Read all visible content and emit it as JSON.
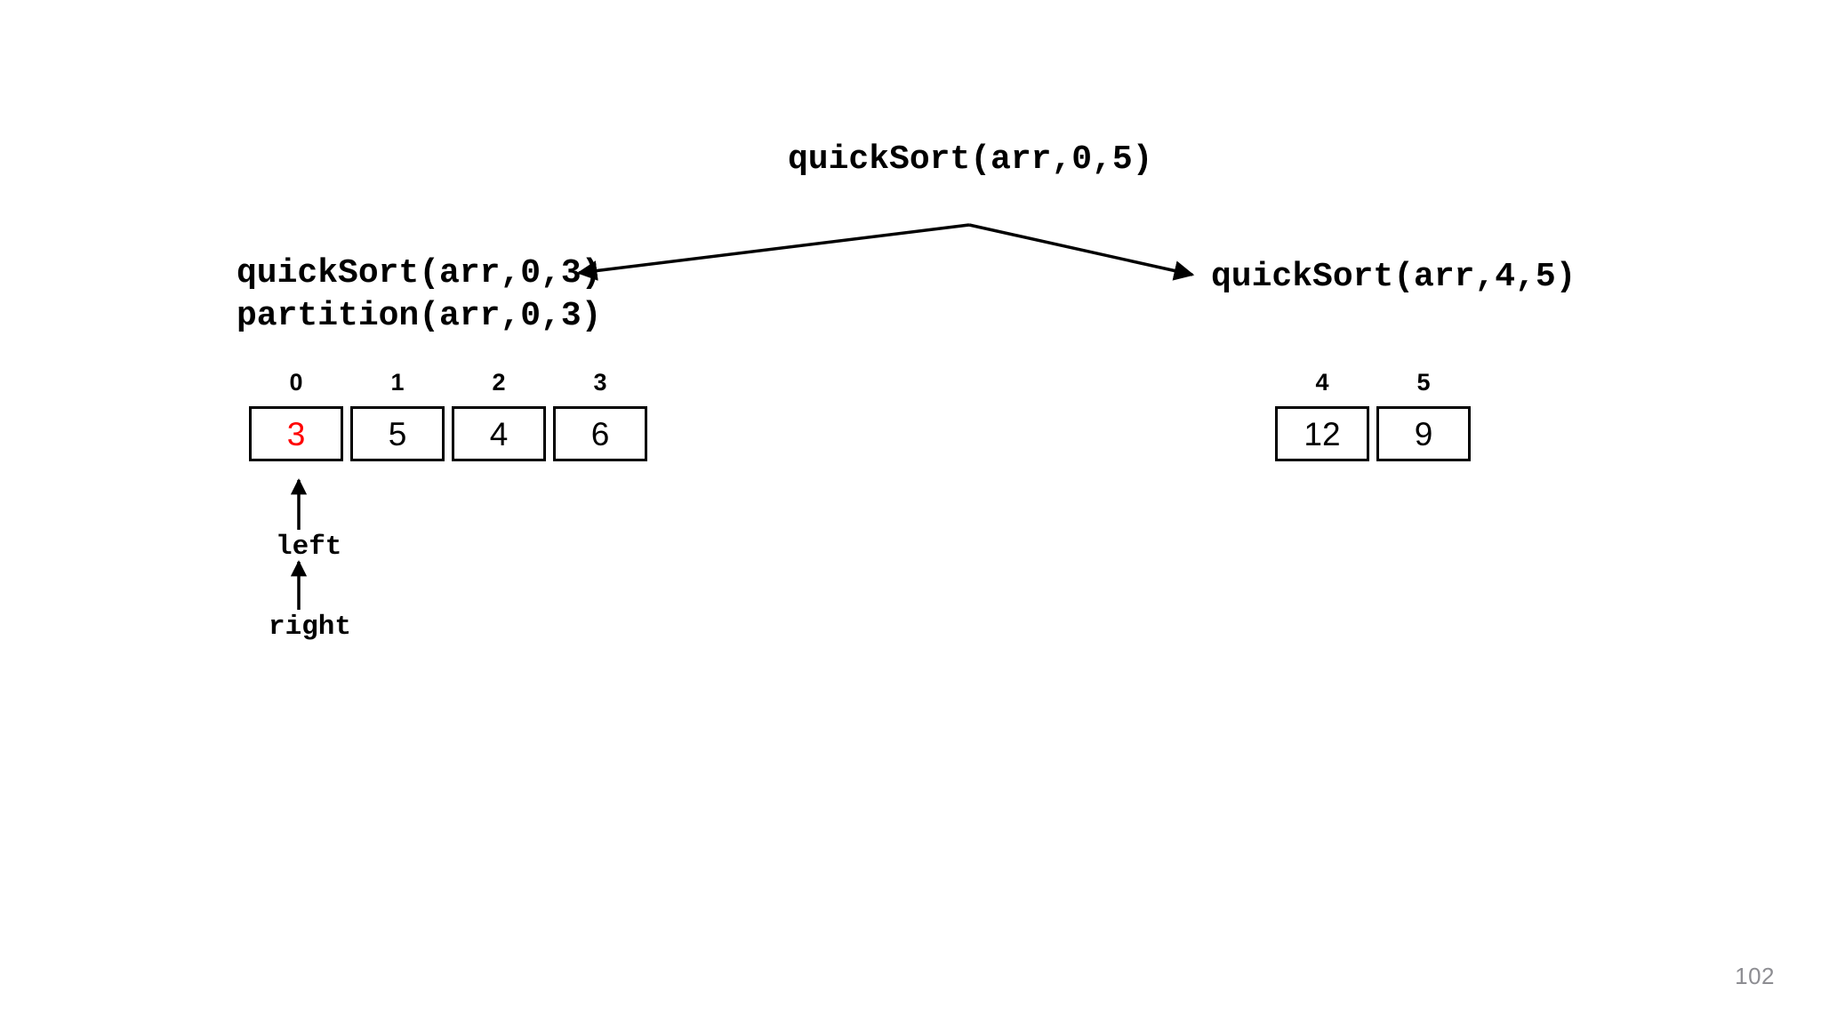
{
  "slide": {
    "page_number": "102",
    "background_color": "#ffffff"
  },
  "tree": {
    "root": {
      "call_label": "quickSort(arr,0,5)"
    },
    "left_child": {
      "call_label": "quickSort(arr,0,3)",
      "partition_label": "partition(arr,0,3)"
    },
    "right_child": {
      "call_label": "quickSort(arr,4,5)"
    }
  },
  "arrays": {
    "left": {
      "indices": [
        "0",
        "1",
        "2",
        "3"
      ],
      "values": [
        "3",
        "5",
        "4",
        "6"
      ],
      "value_colors": [
        "#ff0000",
        "#000000",
        "#000000",
        "#000000"
      ],
      "pivot_index": 0
    },
    "right": {
      "indices": [
        "4",
        "5"
      ],
      "values": [
        "12",
        "9"
      ],
      "value_colors": [
        "#000000",
        "#000000"
      ]
    }
  },
  "pointers": [
    {
      "name": "left",
      "label": "left",
      "target_index": "0"
    },
    {
      "name": "right",
      "label": "right",
      "target_index": "0"
    }
  ],
  "colors": {
    "ink": "#000000",
    "pivot_red": "#ff0000",
    "page_number_gray": "#8d8d92"
  }
}
